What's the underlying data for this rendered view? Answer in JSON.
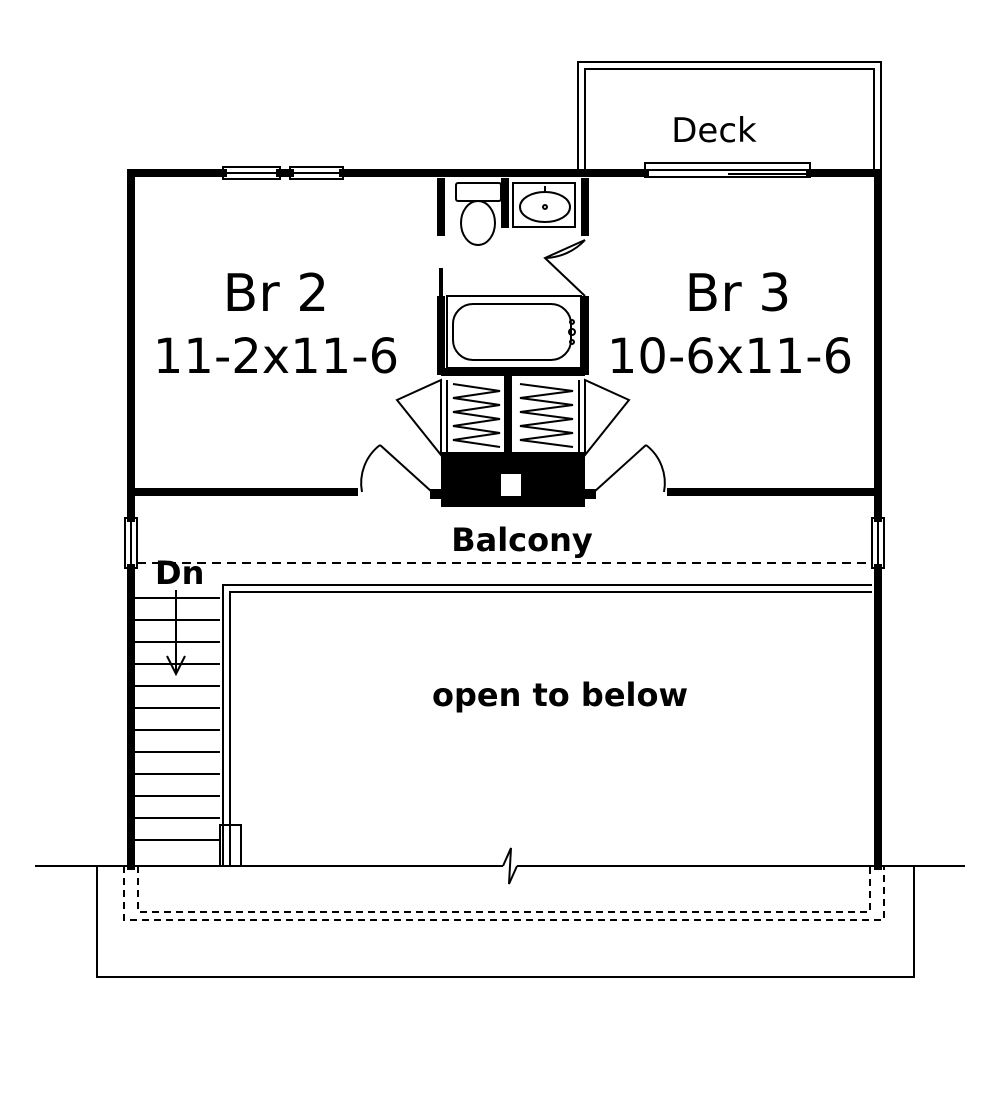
{
  "plan": {
    "rooms": [
      {
        "name": "Br 2",
        "dims": "11-2x11-6"
      },
      {
        "name": "Br 3",
        "dims": "10-6x11-6"
      }
    ],
    "labels": {
      "deck": "Deck",
      "balcony": "Balcony",
      "stairs": "Dn",
      "open": "open to below"
    }
  }
}
